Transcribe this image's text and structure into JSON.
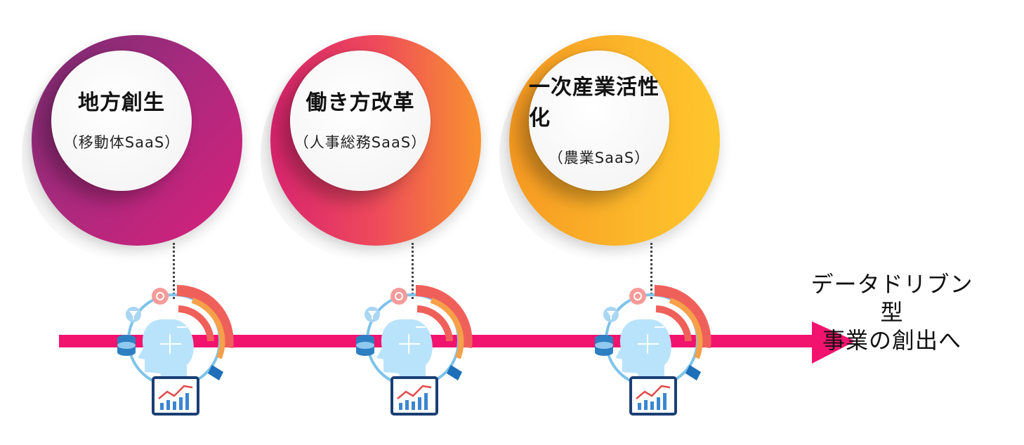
{
  "stages": [
    {
      "title": "地方創生",
      "subtitle": "（移動体SaaS）"
    },
    {
      "title": "働き方改革",
      "subtitle": "（人事総務SaaS）"
    },
    {
      "title": "一次産業活性化",
      "subtitle": "（農業SaaS）"
    }
  ],
  "caption": {
    "line1": "データドリブン型",
    "line2": "事業の創出へ"
  },
  "colors": {
    "arrow": "#f2136e",
    "ring1": "#a82a7e",
    "ring2": "#ee4a5b",
    "ring3": "#fbb52a"
  }
}
